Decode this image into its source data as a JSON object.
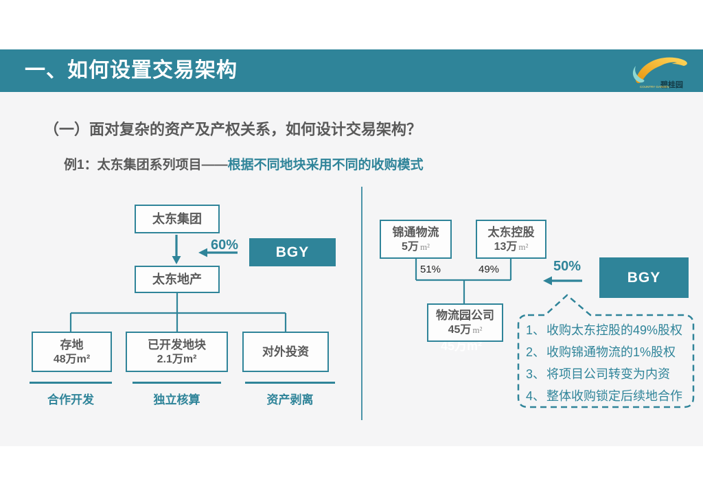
{
  "colors": {
    "teal": "#2f8499",
    "dark_text": "#595959",
    "background_gray": "#f5f5f6",
    "white": "#ffffff"
  },
  "header": {
    "title": "一、如何设置交易架构",
    "brand": "碧桂园",
    "brand_en": "COUNTRY GARDEN"
  },
  "subtitle": "（一）面对复杂的资产及产权关系，如何设计交易架构？",
  "example": {
    "prefix": "例1：太东集团系列项目——",
    "highlight": "根据不同地块采用不同的收购模式"
  },
  "left_diagram": {
    "parent": "太东集团",
    "stake": "60%",
    "acquirer": "BGY",
    "subsidiary": "太东地产",
    "children": [
      {
        "title": "存地",
        "area": "48万m²",
        "strategy": "合作开发"
      },
      {
        "title": "已开发地块",
        "area": "2.1万m²",
        "strategy": "独立核算"
      },
      {
        "title": "对外投资",
        "strategy": "资产剥离"
      }
    ]
  },
  "right_diagram": {
    "shareholders": [
      {
        "name": "锦通物流",
        "area_num": "5万",
        "area_unit": "m²",
        "stake": "51%"
      },
      {
        "name": "太东控股",
        "area_num": "13万",
        "area_unit": "m²",
        "stake": "49%"
      }
    ],
    "company": {
      "name": "物流园公司",
      "area_num": "45万",
      "area_unit": "m²"
    },
    "stake": "50%",
    "acquirer": "BGY",
    "watermark": {
      "line1": "物流园公司",
      "line2": "45万m²"
    },
    "notes": [
      {
        "num": "1、",
        "text": "收购太东控股的49%股权"
      },
      {
        "num": "2、",
        "text": "收购锦通物流的1%股权"
      },
      {
        "num": "3、",
        "text": "将项目公司转变为内资"
      },
      {
        "num": "4、",
        "text": "整体收购锁定后续地合作"
      }
    ]
  }
}
